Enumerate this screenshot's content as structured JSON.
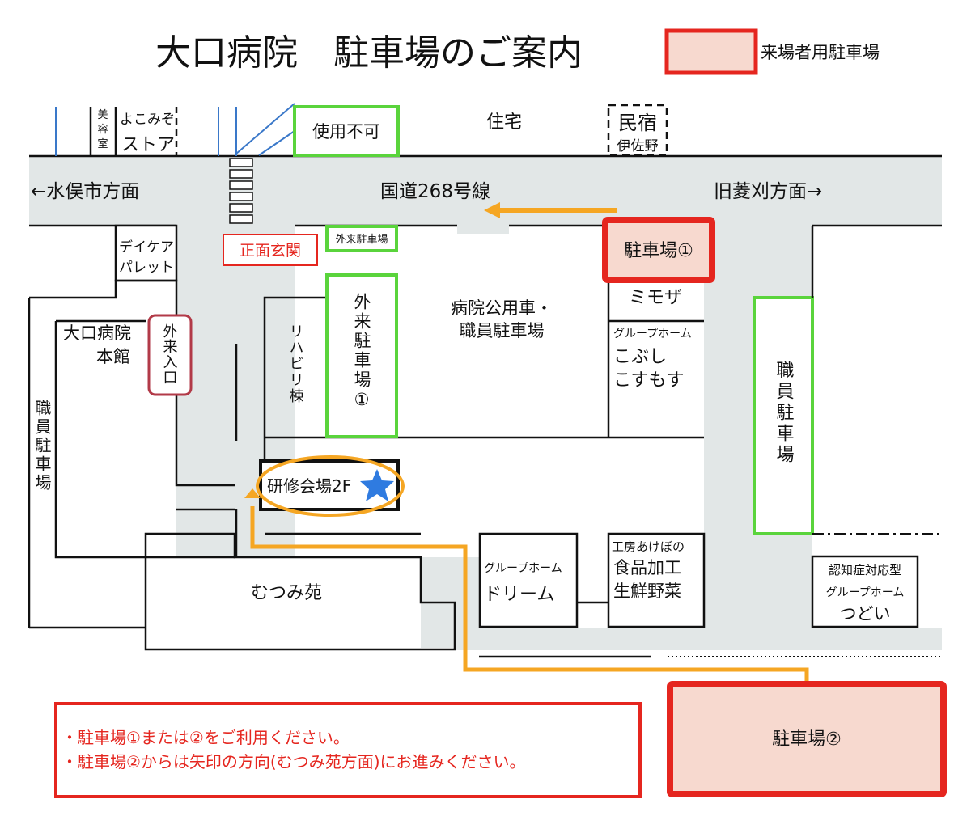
{
  "title": "大口病院　駐車場のご案内",
  "legend": {
    "label": "来場者用駐車場",
    "color": "#f7d9cf",
    "border": "#e5261f"
  },
  "colors": {
    "road": "#e2e7e7",
    "green_border": "#5ad43c",
    "red_border": "#e5261f",
    "arrow": "#f5a623",
    "star": "#2f7be0",
    "entrance": "#b23a48"
  },
  "roads": {
    "main": "国道268号線",
    "left_dir": "←水俣市方面",
    "right_dir": "旧菱刈方面→"
  },
  "top_buildings": {
    "beauty_salon": "美容室",
    "store_line1": "よこみぞ",
    "store_line2": "ストア",
    "unusable": "使用不可",
    "housing": "住宅",
    "inn_line1": "民宿",
    "inn_line2": "伊佐野"
  },
  "labels": {
    "front_entrance": "正面玄関",
    "outpatient_parking_small": "外来駐車場",
    "daycare_line1": "デイケア",
    "daycare_line2": "パレット",
    "main_building_line1": "大口病院",
    "main_building_line2": "本館",
    "outpatient_entrance": "外来入口",
    "rehab": "リハビリ棟",
    "outpatient_parking_1": "外来駐車場①",
    "staff_parking_center_line1": "病院公用車・",
    "staff_parking_center_line2": "職員駐車場",
    "parking_1": "駐車場①",
    "mimoza": "ミモザ",
    "group_home_small": "グループホーム",
    "kobushi_line1": "こぶし",
    "kobushi_line2": "こすもす",
    "staff_parking_right": "職員駐車場",
    "staff_parking_left": "職員駐車場",
    "training_hall": "研修会場2F",
    "mutsumien": "むつみ苑",
    "dream_small": "グループホーム",
    "dream": "ドリーム",
    "koubou_small": "工房あけぼの",
    "koubou_line1": "食品加工",
    "koubou_line2": "生鮮野菜",
    "dementia_line1": "認知症対応型",
    "dementia_line2": "グループホーム",
    "dementia_line3": "つどい",
    "parking_2": "駐車場②"
  },
  "notes": [
    "・駐車場①または②をご利用ください。",
    "・駐車場②からは矢印の方向(むつみ苑方面)にお進みください。"
  ]
}
